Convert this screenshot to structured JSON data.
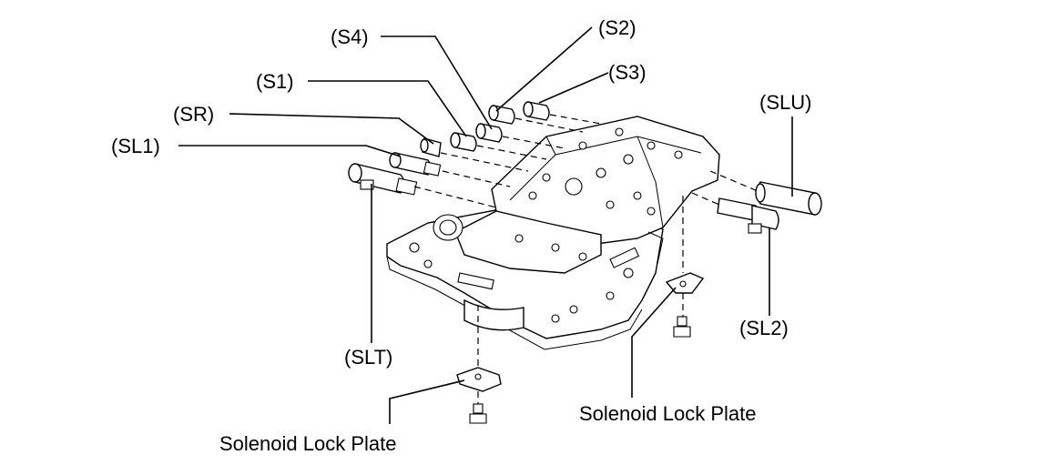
{
  "diagram": {
    "labels": {
      "s4": "(S4)",
      "s2": "(S2)",
      "s3": "(S3)",
      "s1": "(S1)",
      "sr": "(SR)",
      "sl1": "(SL1)",
      "slu": "(SLU)",
      "slt": "(SLT)",
      "sl2": "(SL2)",
      "lock_plate_left": "Solenoid Lock Plate",
      "lock_plate_right": "Solenoid Lock Plate"
    },
    "colors": {
      "line": "#000000",
      "background": "#ffffff"
    }
  }
}
